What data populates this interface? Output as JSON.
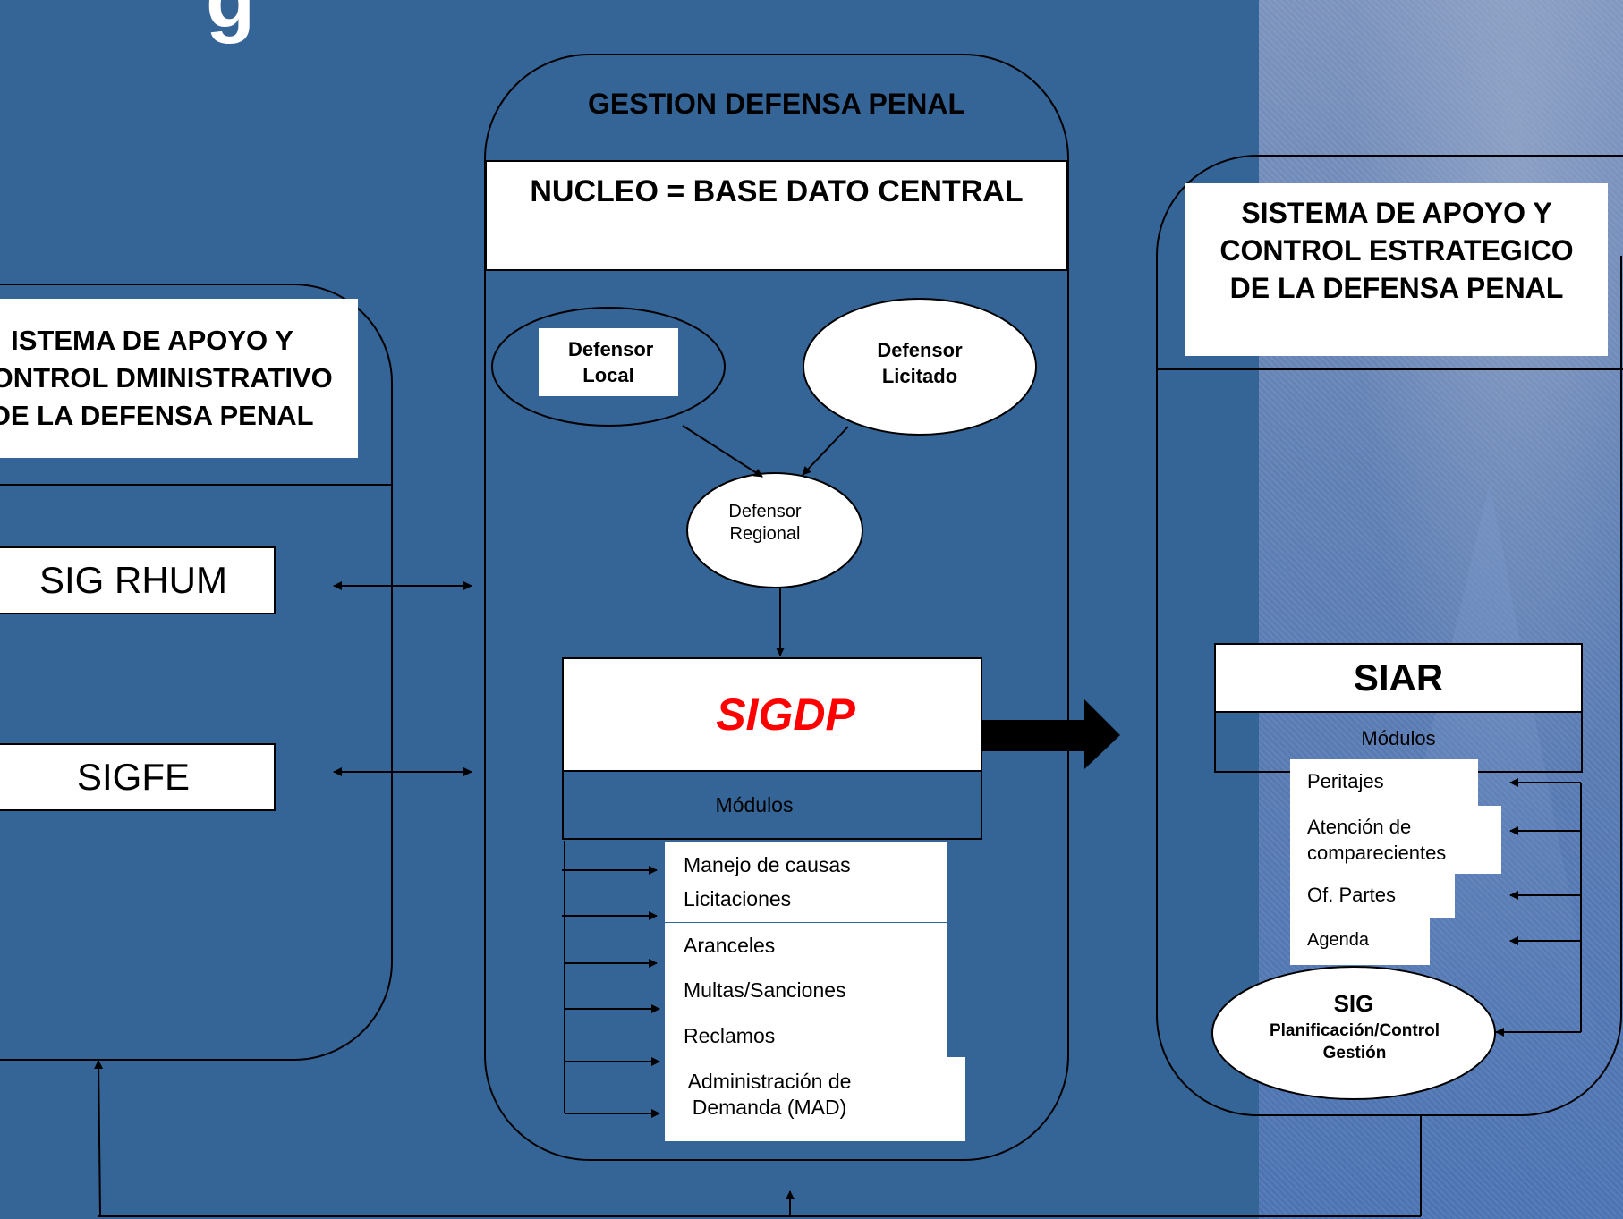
{
  "title_fragment": "g",
  "left_panel": {
    "title": "ISTEMA DE APOYO Y CONTROL DMINISTRATIVO DE LA DEFENSA PENAL",
    "items": [
      "SIG RHUM",
      "SIGFE"
    ]
  },
  "center_panel": {
    "title": "GESTION DEFENSA PENAL",
    "core": "NUCLEO = BASE DATO CENTRAL",
    "nodes": {
      "defensor_local": "Defensor Local",
      "defensor_licitado": "Defensor Licitado",
      "defensor_regional": "Defensor Regional"
    },
    "system": "SIGDP",
    "system_color": "#ff0000",
    "modules_label": "Módulos",
    "modules": [
      "Manejo de causas",
      "Licitaciones",
      "Aranceles",
      "Multas/Sanciones",
      "Reclamos",
      "Administración de Demanda (MAD)"
    ]
  },
  "right_panel": {
    "title": "SISTEMA DE APOYO Y CONTROL ESTRATEGICO DE LA DEFENSA PENAL",
    "system": "SIAR",
    "modules_label": "Módulos",
    "modules": [
      "Peritajes",
      "Atención de comparecientes",
      "Of. Partes",
      "Agenda"
    ],
    "sig_title": "SIG",
    "sig_subtitle": "Planificación/Control Gestión"
  },
  "colors": {
    "background": "#356497",
    "box": "#ffffff",
    "line": "#000000"
  }
}
